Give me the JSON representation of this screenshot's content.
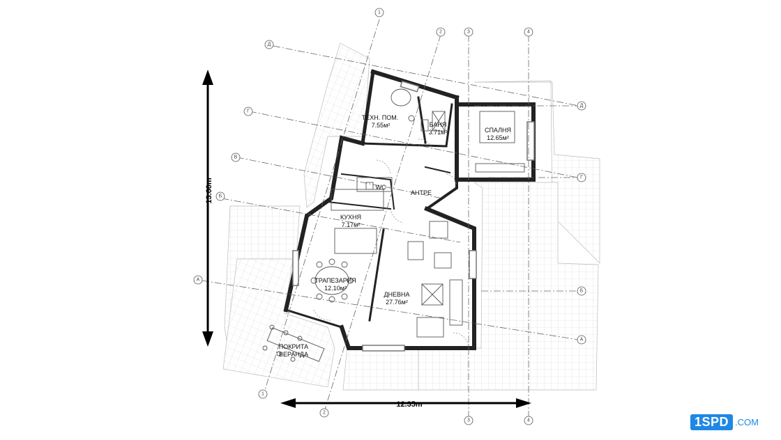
{
  "rooms": [
    {
      "name": "ТЕХН. ПОМ.",
      "area": "7.55м²"
    },
    {
      "name": "БАНЯ",
      "area": "3.71м²"
    },
    {
      "name": "СПАЛНЯ",
      "area": "12.65м²"
    },
    {
      "name": "WC",
      "area": ""
    },
    {
      "name": "АНТРЕ",
      "area": ""
    },
    {
      "name": "КУХНЯ",
      "area": "7.17м²"
    },
    {
      "name": "ТРАПЕЗАРИЯ",
      "area": "12.10м²"
    },
    {
      "name": "ДНЕВНА",
      "area": "27.76м²"
    },
    {
      "name": "ПОКРИТА",
      "area": "ВЕРАНДА"
    }
  ],
  "dimensions": {
    "height": "13.60m",
    "width": "12.35m"
  },
  "grid_axes": {
    "numbers": [
      "1",
      "2",
      "3",
      "4"
    ],
    "letters": [
      "Д",
      "Г",
      "В",
      "Б",
      "А"
    ]
  },
  "logo": {
    "mark": "1SPD",
    "suffix": ".COM",
    "color": "#1e88e5"
  }
}
